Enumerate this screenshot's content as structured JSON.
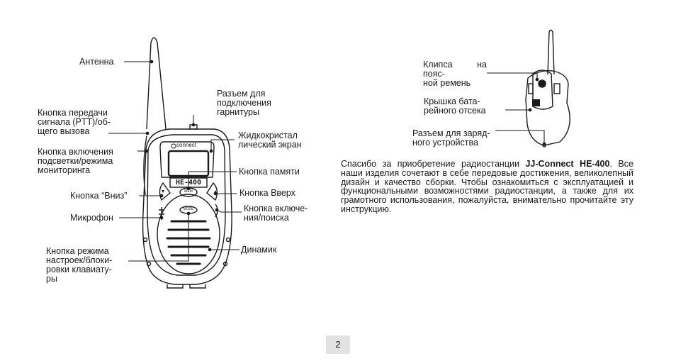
{
  "left_labels": {
    "antenna": "Антенна",
    "headset_jack": [
      "Разъем для",
      "подключения",
      "гарнитуры"
    ],
    "ptt_button": [
      "Кнопка передачи",
      "сигнала (PTT)/об-",
      "щего вызова"
    ],
    "lcd_screen": [
      "Жидкокристал",
      "лический экран"
    ],
    "backlight_button": [
      "Кнопка включения",
      "подсветки/режима",
      "мониторинга"
    ],
    "memory_button": "Кнопка памяти",
    "down_button": "Кнопка “Вниз”",
    "up_button": "Кнопка Вверх",
    "power_button": [
      "Кнопка включе-",
      "ния/поиска"
    ],
    "microphone": "Микрофон",
    "mode_button": [
      "Кнопка режима",
      "настроек/блоки-",
      "ровки клавиату-",
      "ры"
    ],
    "speaker": "Динамик"
  },
  "device": {
    "brand": "connect",
    "model": "HE-400",
    "mem_label": "MEM",
    "mode_label": "MODE"
  },
  "right_labels": {
    "belt_clip": [
      "Клипса на пояс-",
      "ной ремень"
    ],
    "battery_cover": [
      "Крышка бата-",
      "рейного отсека"
    ],
    "charger_jack": [
      "Разъем для заряд-",
      "ного устройства"
    ]
  },
  "intro": {
    "before": "Спасибо за приобретение радиостанции ",
    "product": "JJ-Connect HE-400",
    "after": ". Все наши изделия сочетают в себе передовые достижения, великолепный дизайн и качество сборки. Чтобы ознакомиться с эксплуатацией и функциональными возможностями радиостанции, а также для их грамотного использования, пожалуйста, внимательно прочитайте эту инструкцию."
  },
  "page_number": "2"
}
